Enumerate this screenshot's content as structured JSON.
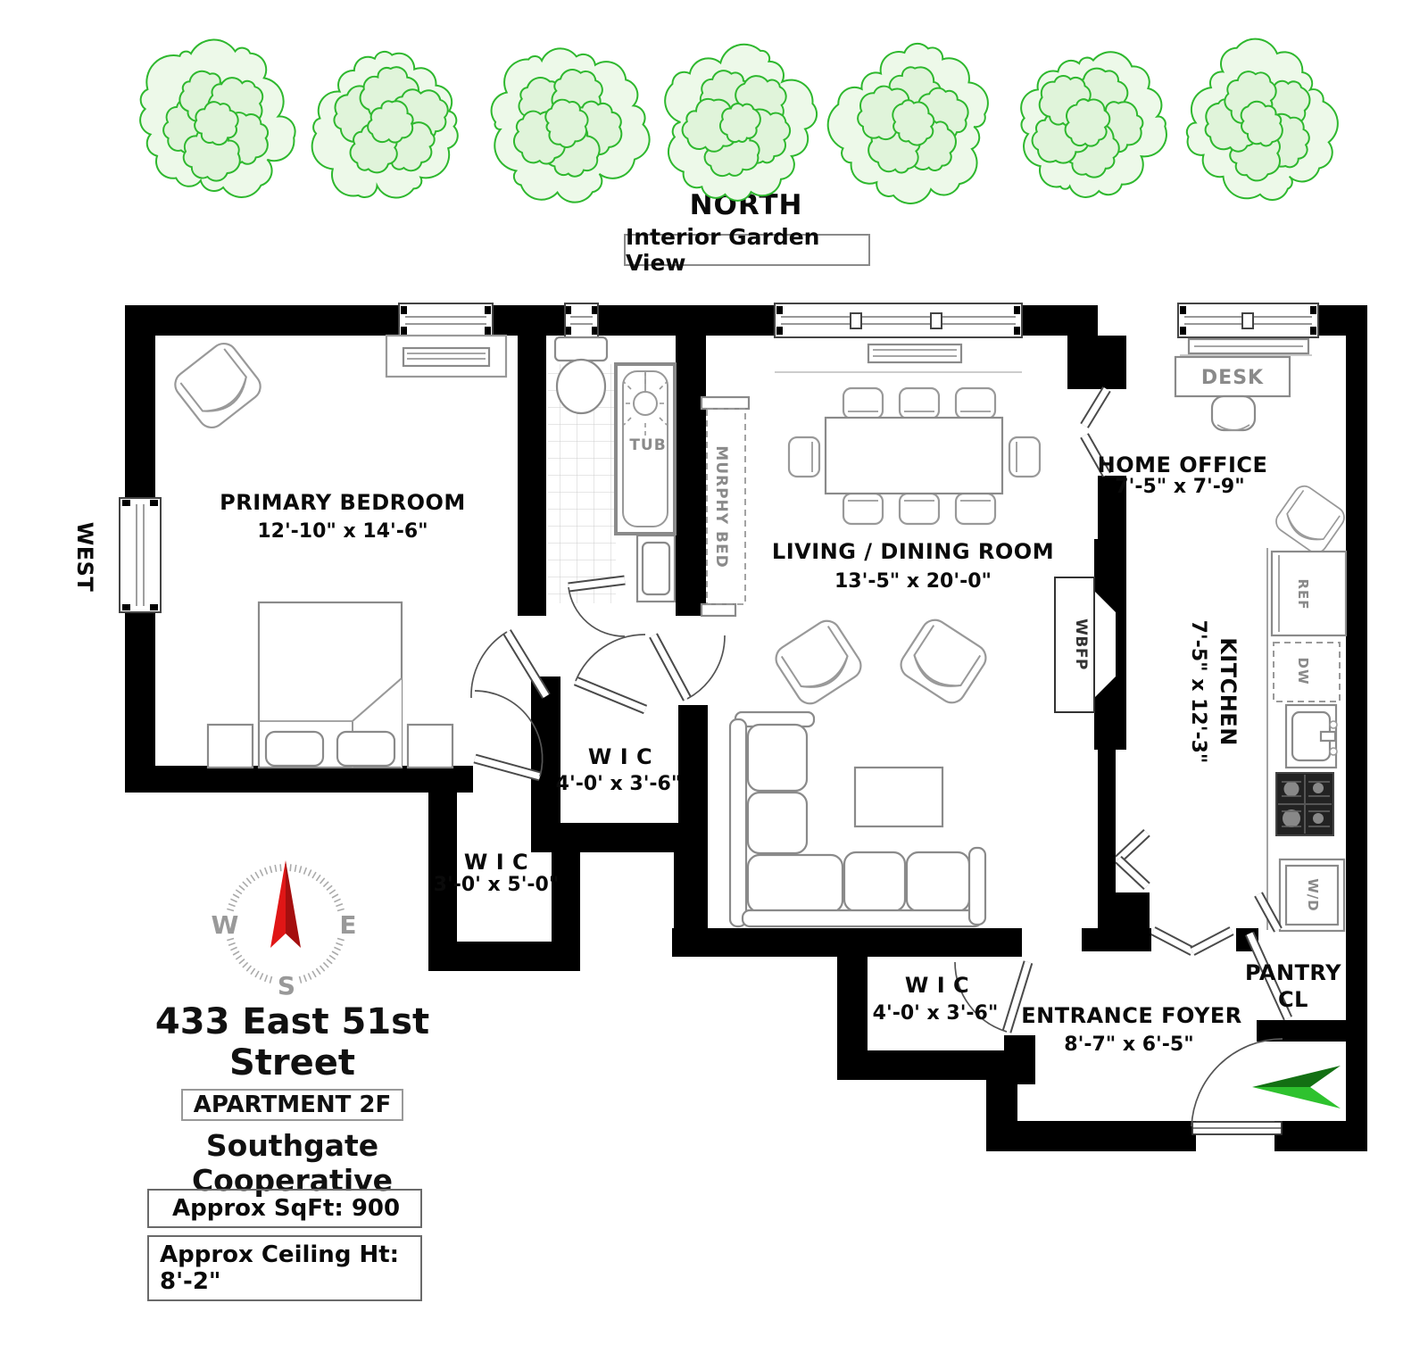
{
  "labels": {
    "north": "NORTH",
    "garden_view": "Interior Garden View",
    "west": "WEST"
  },
  "garden": {
    "tree_count": 7
  },
  "rooms": {
    "primary_bedroom": {
      "name": "PRIMARY BEDROOM",
      "dims": "12'-10\" x 14'-6\""
    },
    "living_dining": {
      "name": "LIVING / DINING ROOM",
      "dims": "13'-5\" x 20'-0\""
    },
    "home_office": {
      "name": "HOME OFFICE",
      "dims": "7'-5\" x 7'-9\""
    },
    "kitchen": {
      "name": "KITCHEN",
      "dims": "7'-5\" x 12'-3\""
    },
    "wic_hall": {
      "name": "W I C",
      "dims": "4'-0' x 3'-6\""
    },
    "wic_bedroom": {
      "name": "W I C",
      "dims": "3'-0' x 5'-0\""
    },
    "wic_foyer": {
      "name": "W I C",
      "dims": "4'-0' x 3'-6\""
    },
    "entrance_foyer": {
      "name": "ENTRANCE FOYER",
      "dims": "8'-7\" x 6'-5\""
    },
    "pantry": {
      "line1": "PANTRY",
      "line2": "CL"
    }
  },
  "fixtures": {
    "tub": "TUB",
    "murphy_bed": "MURPHY BED",
    "wbfp": "WBFP",
    "desk": "DESK",
    "ref": "REF",
    "dw": "DW",
    "wd": "W/D"
  },
  "compass": {
    "w": "W",
    "e": "E",
    "s": "S"
  },
  "address": {
    "street": "433 East 51st Street",
    "unit": "APARTMENT 2F",
    "building": "Southgate Cooperative"
  },
  "facts": {
    "sqft": "Approx SqFt: 900",
    "ceiling": "Approx Ceiling Ht: 8'-2\""
  },
  "colors": {
    "tree_stroke": "#2eb82e",
    "tree_fill": "#edf9e9",
    "tree_fill_inner": "#e0f4da",
    "arrow_dark": "#137013",
    "arrow_light": "#2ec22e",
    "needle_light": "#e01616",
    "needle_dark": "#a50f0f",
    "wall": "#000000"
  }
}
